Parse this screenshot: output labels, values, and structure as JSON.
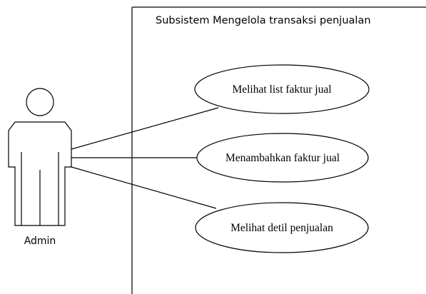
{
  "system_boundary": {
    "title": "Subsistem Mengelola transaksi penjualan"
  },
  "actor": {
    "name": "Admin"
  },
  "use_cases": [
    {
      "label": "Melihat list faktur jual"
    },
    {
      "label": "Menambahkan faktur jual"
    },
    {
      "label": "Melihat detil penjualan"
    }
  ]
}
